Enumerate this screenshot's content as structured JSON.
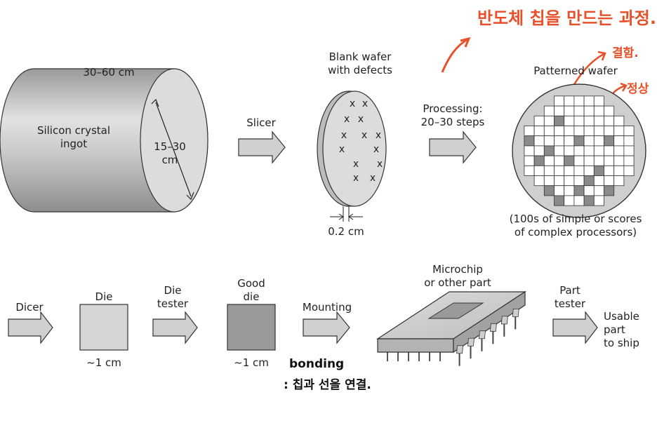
{
  "annotations": {
    "title_note": "반도체 칩을 만드는 과정.",
    "defect_note": "결함.",
    "normal_note": "정상",
    "bonding_note": "bonding",
    "bonding_sub": ": 칩과 선을 연결."
  },
  "labels": {
    "ingot_length": "30–60 cm",
    "ingot_name_1": "Silicon crystal",
    "ingot_name_2": "ingot",
    "ingot_diam_1": "15–30",
    "ingot_diam_2": "cm",
    "slicer": "Slicer",
    "blank_wafer_1": "Blank wafer",
    "blank_wafer_2": "with defects",
    "wafer_thickness": "0.2 cm",
    "processing_1": "Processing:",
    "processing_2": "20–30 steps",
    "patterned_wafer": "Patterned wafer",
    "patterned_note_1": "(100s of simple or scores",
    "patterned_note_2": "of complex processors)",
    "dicer": "Dicer",
    "die": "Die",
    "die_size": "~1 cm",
    "die_tester_1": "Die",
    "die_tester_2": "tester",
    "good_die_1": "Good",
    "good_die_2": "die",
    "good_die_size": "~1 cm",
    "mounting": "Mounting",
    "microchip_1": "Microchip",
    "microchip_2": "or other part",
    "part_tester_1": "Part",
    "part_tester_2": "tester",
    "usable_1": "Usable",
    "usable_2": "part",
    "usable_3": "to ship"
  },
  "colors": {
    "annotation_orange": "#e8502a",
    "gray_fill": "#d3d3d3",
    "dark_gray": "#8a8a8a"
  }
}
